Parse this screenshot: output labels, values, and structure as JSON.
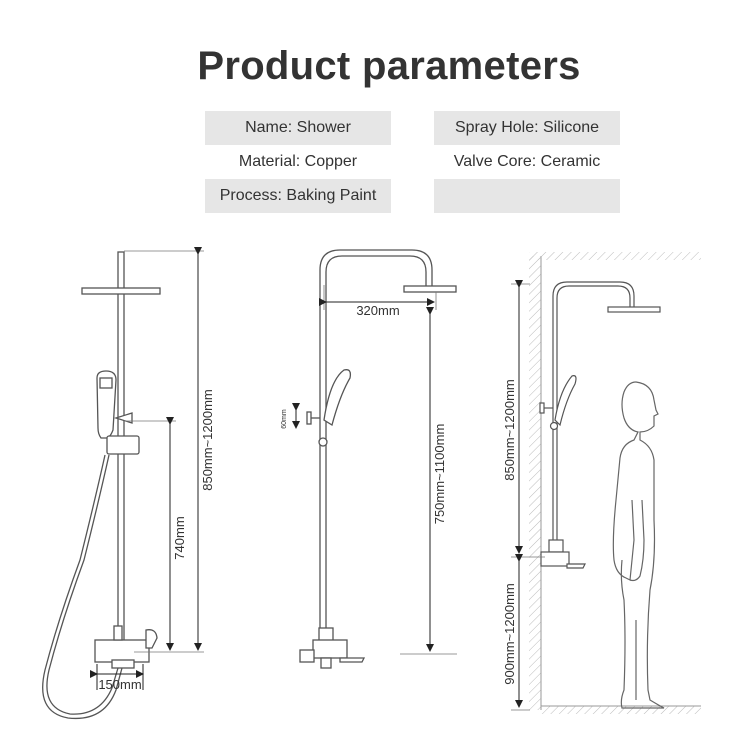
{
  "title": "Product parameters",
  "params": [
    {
      "label": "Name: Shower",
      "shaded": true
    },
    {
      "label": "Spray Hole: Silicone",
      "shaded": true
    },
    {
      "label": "Material: Copper",
      "shaded": false
    },
    {
      "label": "Valve Core: Ceramic",
      "shaded": false
    },
    {
      "label": "Process: Baking Paint",
      "shaded": true
    },
    {
      "label": "",
      "shaded": true
    }
  ],
  "dimensions": {
    "total_height": "850mm~1200mm",
    "valve_height": "740mm",
    "valve_spacing": "150mm",
    "arm_length": "320mm",
    "holder_size": "60mm",
    "slide_height": "750mm~1100mm",
    "mount_height": "850mm~1200mm",
    "floor_height": "900mm~1200mm"
  },
  "colors": {
    "line": "#555555",
    "cell_bg": "#e6e6e6",
    "text": "#333333"
  }
}
